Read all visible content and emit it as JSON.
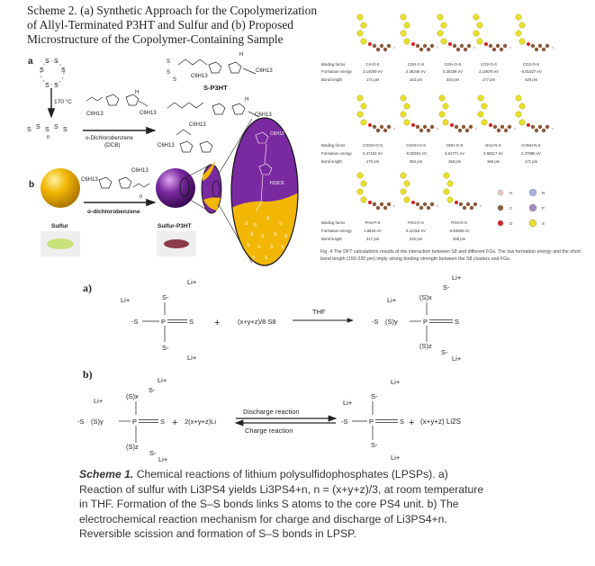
{
  "scheme2": {
    "title": "Scheme 2. (a) Synthetic Approach for the Copolymerization of Allyl-Terminated P3HT and Sulfur and (b) Proposed Microstructure of the Copolymer-Containing Sample",
    "panel_a_label": "a",
    "panel_b_label": "b",
    "temperature": "170 °C",
    "solvent_a": "o-Dichlorobenzene",
    "solvent_a_abbr": "(DCB)",
    "product_a": "S-P3HT",
    "solvent_b": "o-dichlorobenzene",
    "sulfur_label": "Sulfur",
    "product_b": "Sulfur-P3HT",
    "s": "S",
    "h": "H",
    "n": "n",
    "c6h13": "C6H13",
    "h13c6": "H13C6",
    "colors": {
      "sulfur": "#f2b705",
      "polymer": "#7a2aa0",
      "green_sample": "#c9e27a",
      "red_sample": "#8a3a48"
    }
  },
  "fig4": {
    "row_labels": [
      "Binding forms",
      "Formation energy",
      "Bond length"
    ],
    "rows": [
      [
        {
          "form": "CH-O-S",
          "energy": "3.14009 eV",
          "length": "171 pm"
        },
        {
          "form": "COH-C-S",
          "energy": "2.35346 eV",
          "length": "163 pm"
        },
        {
          "form": "COH-O-S",
          "energy": "0.30338 eV",
          "length": "334 pm"
        },
        {
          "form": "CO2-O-S",
          "energy": "3.10678 eV",
          "length": "177 pm"
        },
        {
          "form": "CO2-O-S",
          "energy": "-0.81527 eV",
          "length": "428 pm"
        }
      ],
      [
        {
          "form": "COOH-O-S",
          "energy": "3.47181 eV",
          "length": "170 pm"
        },
        {
          "form": "COOH-O-S",
          "energy": "-0.00281 eV",
          "length": "384 pm"
        },
        {
          "form": "OOH-O-S",
          "energy": "3.64771 eV",
          "length": "158 pm"
        },
        {
          "form": "NH2-N-S",
          "energy": "2.69117 eV",
          "length": "166 pm"
        },
        {
          "form": "CHNH-N-S",
          "energy": "2.37886 eV",
          "length": "171 pm"
        }
      ],
      [
        {
          "form": "PH2-P-S",
          "energy": "1.9616 eV",
          "length": "217 pm"
        },
        {
          "form": "PO3-O-S",
          "energy": "6.11316 eV",
          "length": "222 pm"
        },
        {
          "form": "PO3-O-S",
          "energy": "-0.83083 eV",
          "length": "308 pm"
        }
      ]
    ],
    "legend": [
      {
        "el": "H",
        "color": "#e8c8c8"
      },
      {
        "el": "N",
        "color": "#aab0e0"
      },
      {
        "el": "C",
        "color": "#8b5a3c"
      },
      {
        "el": "P",
        "color": "#a58ac0"
      },
      {
        "el": "O",
        "color": "#d42020"
      },
      {
        "el": "S",
        "color": "#e8e030"
      }
    ],
    "caption": "Fig. 4  The DFT calculations results of the interaction between S8 and different FGs. The low formation energy and the short bond length (150-220 pm) imply strong binding strength between the S8 clusters and FGs."
  },
  "scheme1": {
    "a_label": "a)",
    "b_label": "b)",
    "li": "Li+",
    "s_minus": "S-",
    "minus_s": "-S",
    "s": "S",
    "p": "P",
    "plus": "+",
    "sulfur_reagent": "(x+y+z)/8 S8",
    "thf": "THF",
    "sx": "(S)x",
    "sy": "(S)y",
    "sz": "(S)z",
    "li_reagent": "2(x+y+z)Li",
    "discharge": "Discharge reaction",
    "charge": "Charge reaction",
    "li2s_product": "(x+y+z) Li2S",
    "caption_lead": "Scheme 1.",
    "caption_text": "Chemical reactions of lithium polysulfidophosphates (LPSPs). a) Reaction of sulfur with Li3PS4 yields Li3PS4+n, n = (x+y+z)/3, at room temperature in THF. Formation of the S–S bonds links S atoms to the core PS4 unit. b) The electrochemical reaction mechanism for charge and discharge of Li3PS4+n. Reversible scission and formation of S–S bonds in LPSP."
  }
}
